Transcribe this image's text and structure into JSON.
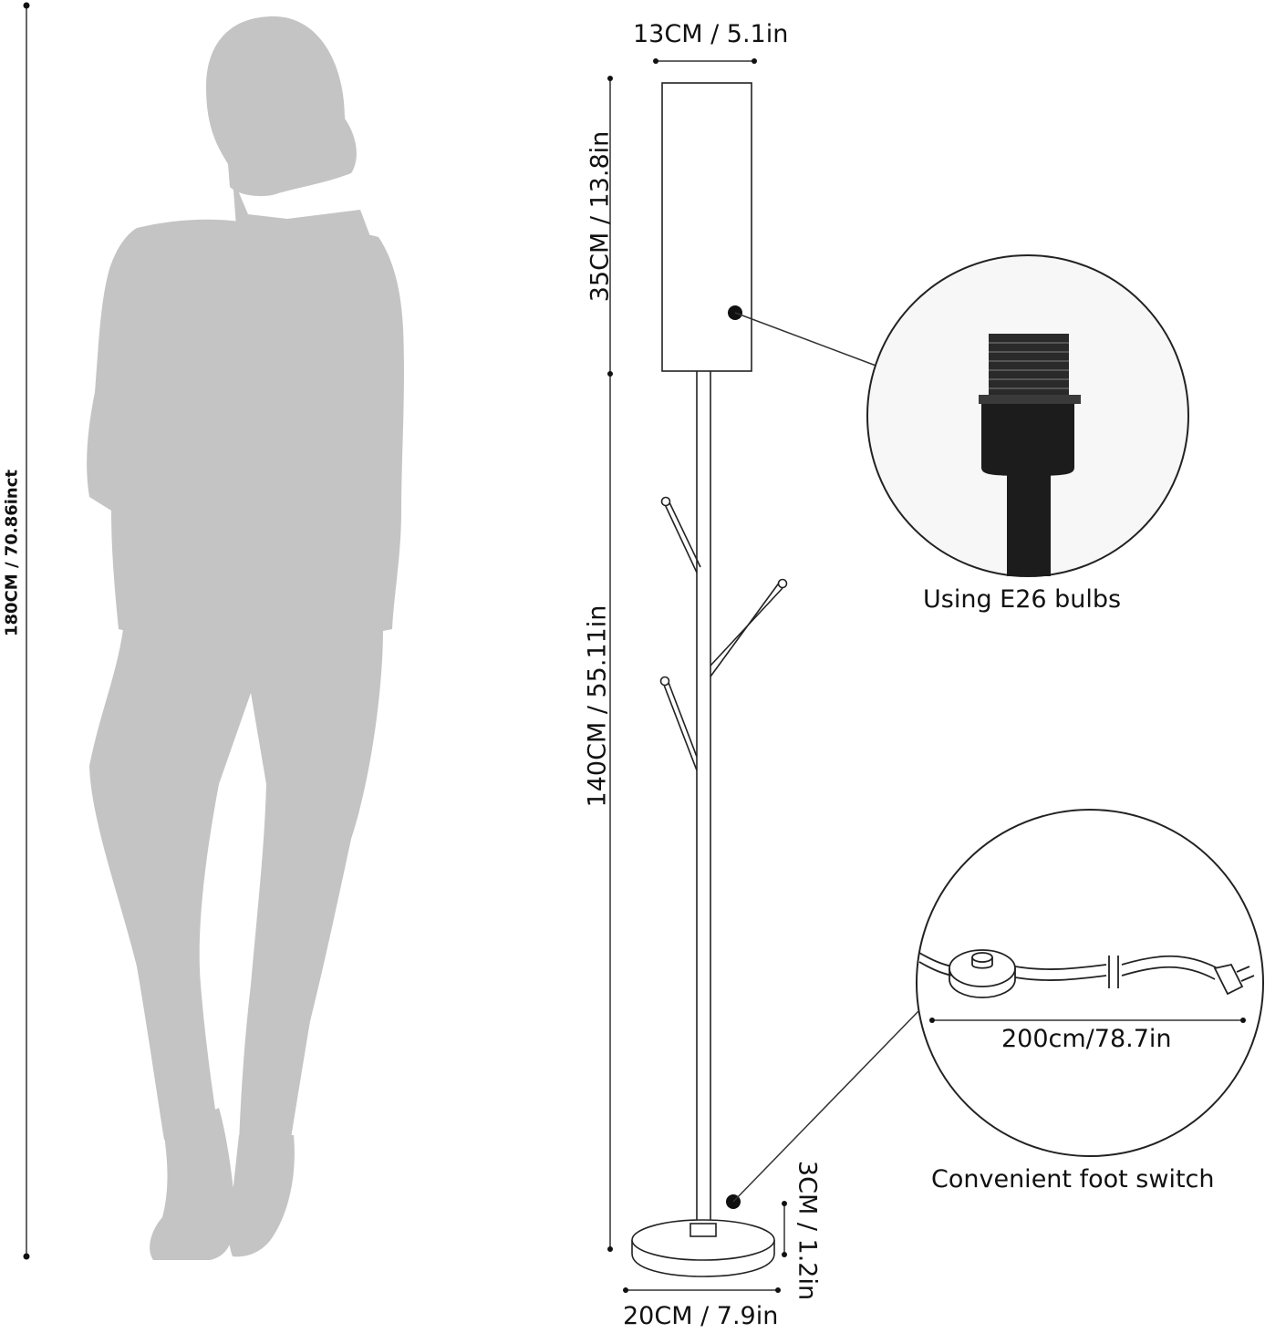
{
  "dimensions": {
    "person_height": "180CM / 70.86inct",
    "shade_width": "13CM / 5.1in",
    "shade_height": "35CM / 13.8in",
    "pole_height": "140CM / 55.11in",
    "base_height": "3CM / 1.2in",
    "base_width": "20CM / 7.9in",
    "cord_length": "200cm/78.7in"
  },
  "callouts": {
    "bulb": "Using E26 bulbs",
    "switch": "Convenient foot switch"
  },
  "colors": {
    "silhouette": "#c4c4c4",
    "line": "#111111",
    "socket": "#1c1c1c"
  }
}
